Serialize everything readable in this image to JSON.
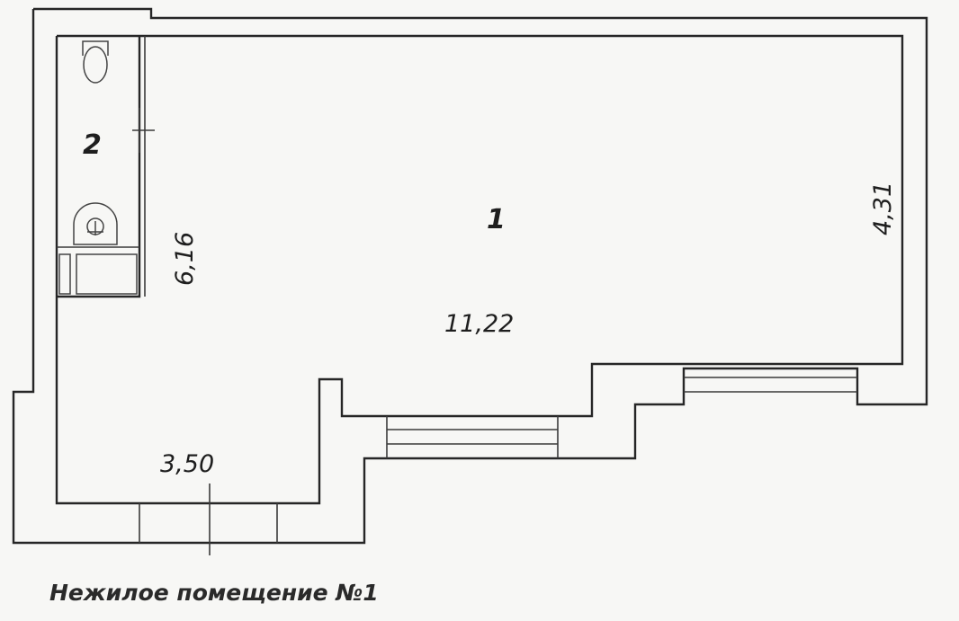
{
  "rooms": {
    "main_number": "1",
    "wc_number": "2"
  },
  "dimensions": {
    "area": "11,22",
    "length": "6,16",
    "width_right": "4,31",
    "width_bottom": "3,50"
  },
  "caption": "Нежилое помещение №1",
  "colors": {
    "line": "#262626",
    "background": "#f7f7f5"
  }
}
